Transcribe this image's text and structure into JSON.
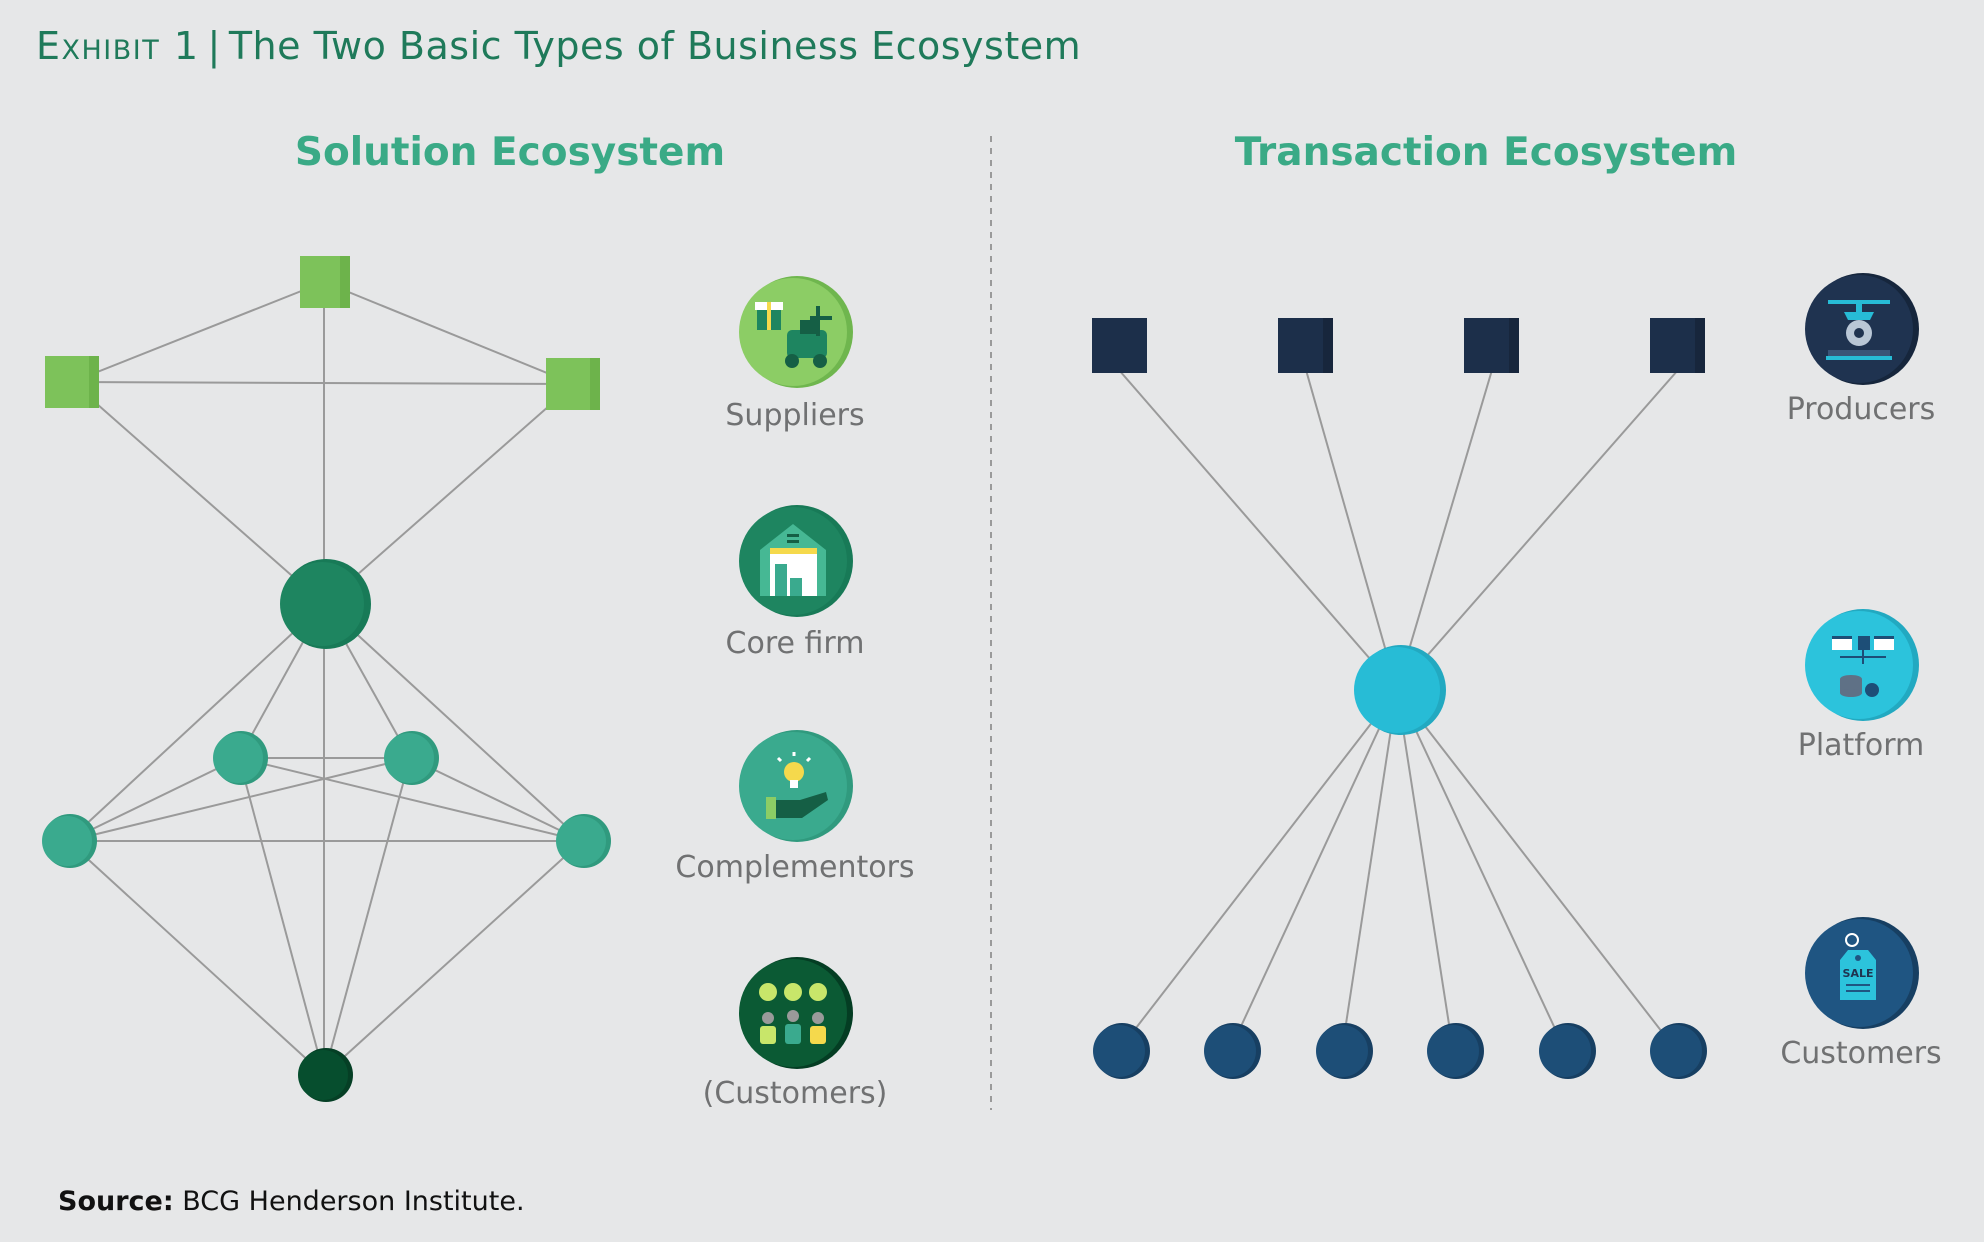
{
  "header": {
    "exhibit_label": "Exhibit 1",
    "title": "The Two Basic Types of Business Ecosystem"
  },
  "solution": {
    "title": "Solution Ecosystem",
    "legend": {
      "suppliers": "Suppliers",
      "core_firm": "Core firm",
      "complementors": "Complementors",
      "customers": "(Customers)"
    }
  },
  "transaction": {
    "title": "Transaction Ecosystem",
    "legend": {
      "producers": "Producers",
      "platform": "Platform",
      "customers": "Customers"
    },
    "sale_tag_text": "SALE"
  },
  "footer": {
    "source_label": "Source:",
    "source_text": "BCG Henderson Institute."
  },
  "colors": {
    "supplier": "#7dc25a",
    "core_firm": "#1e8560",
    "complementor": "#3aaa8e",
    "customer_solution": "#064e2e",
    "producer": "#1c2f4a",
    "platform": "#27bcd6",
    "customer_transaction": "#1d4e77",
    "edge": "#9a9a9a",
    "title_green": "#3aaa86",
    "header_green": "#1f7a5a"
  }
}
